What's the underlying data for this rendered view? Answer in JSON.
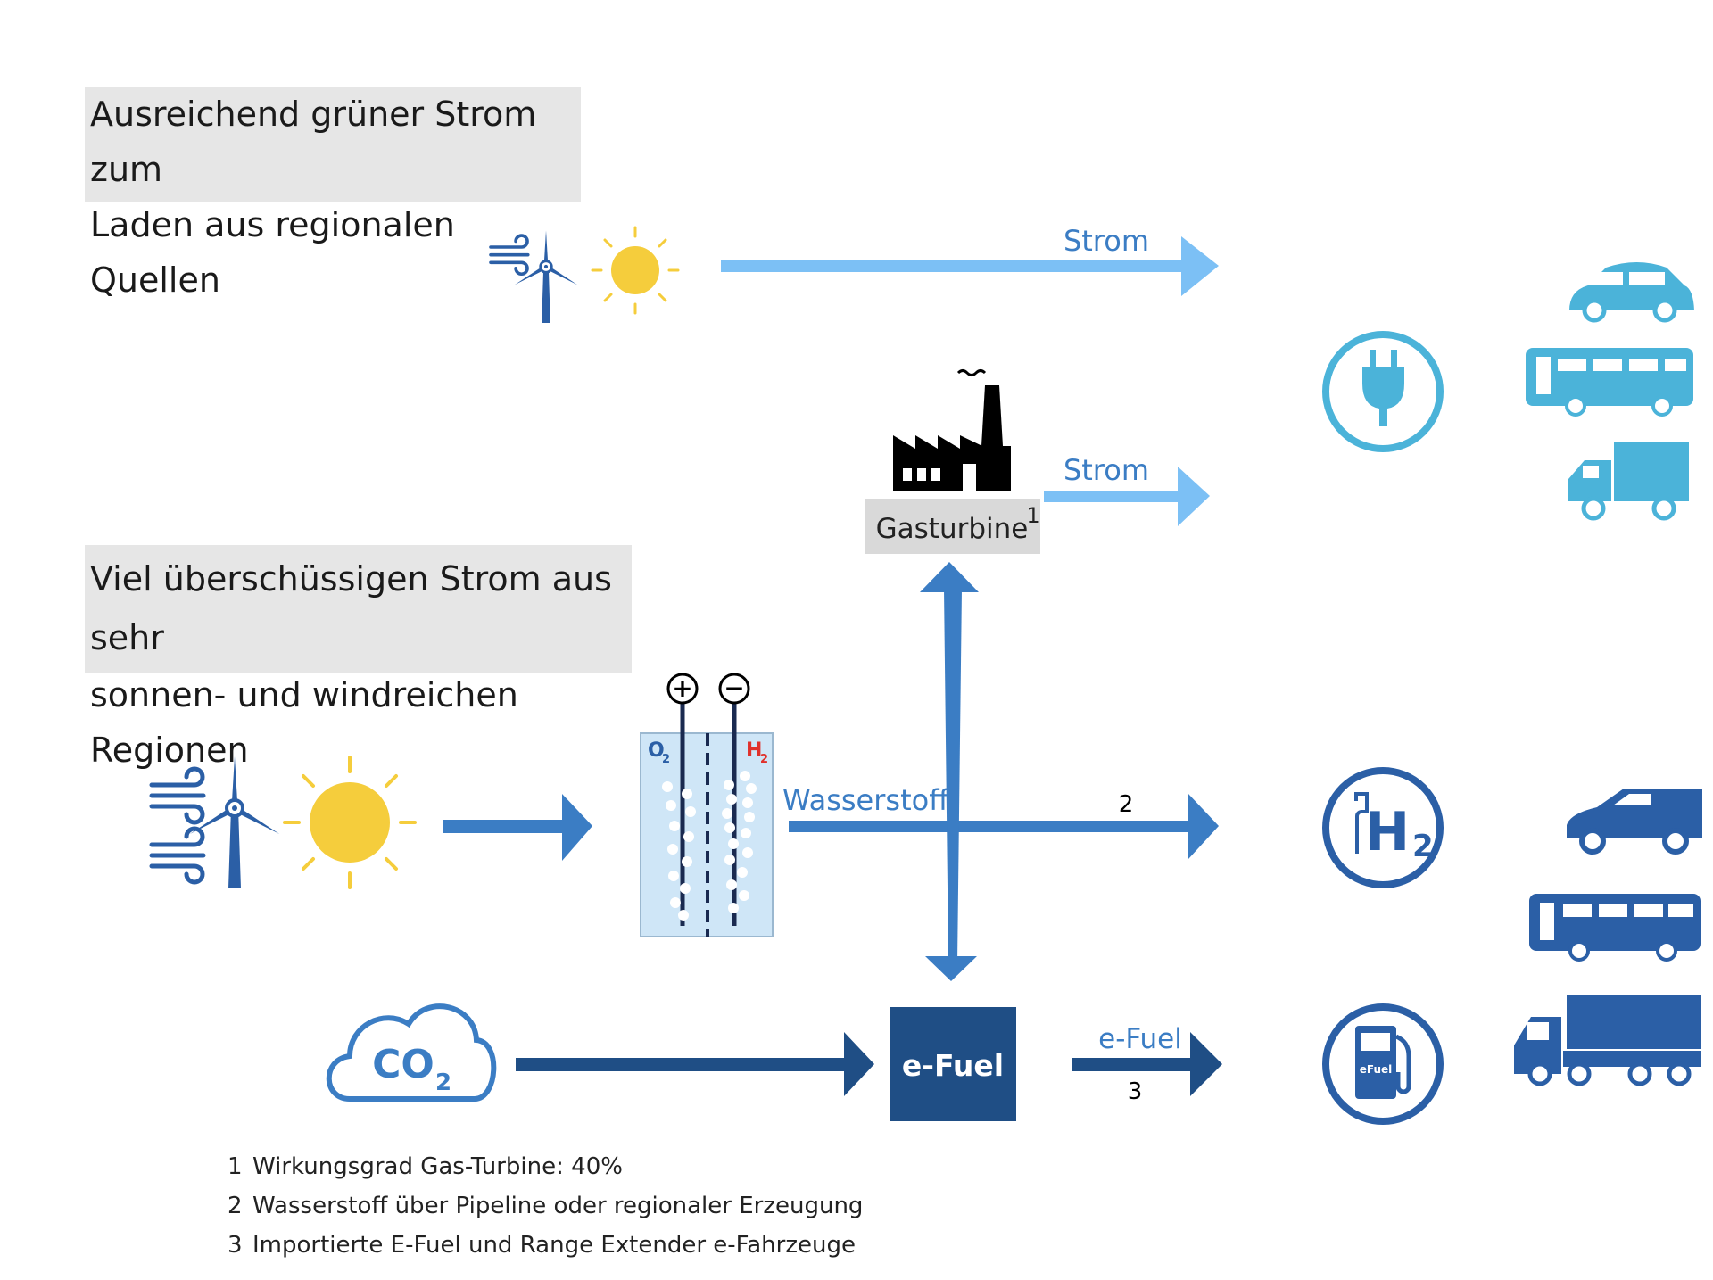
{
  "headings": {
    "top_lines": [
      "Ausreichend grüner Strom zum",
      "Laden aus regionalen Quellen"
    ],
    "middle_lines": [
      "Viel überschüssigen Strom aus sehr",
      "sonnen- und windreichen Regionen"
    ]
  },
  "flow_labels": {
    "strom_top": "Strom",
    "strom_gas": "Strom",
    "gasturbine": "Gasturbine",
    "gasturbine_ref": "1",
    "wasserstoff": "Wasserstoff",
    "h2_ref": "2",
    "efuel_box": "e-Fuel",
    "efuel_arrow": "e-Fuel",
    "efuel_ref": "3"
  },
  "electrolyzer": {
    "plus": "+",
    "minus": "−",
    "o2": "O",
    "o2_sub": "2",
    "h2": "H",
    "h2_sub": "2"
  },
  "co2": {
    "label": "CO",
    "sub": "2"
  },
  "station_labels": {
    "h2": "H",
    "h2_sub": "2",
    "efuel": "eFuel"
  },
  "footnotes": [
    {
      "num": "1",
      "text": "Wirkungsgrad  Gas-Turbine: 40%"
    },
    {
      "num": "2",
      "text": "Wasserstoff über Pipeline oder regionaler Erzeugung"
    },
    {
      "num": "3",
      "text": "Importierte E-Fuel und Range Extender e-Fahrzeuge"
    }
  ],
  "icons": [
    "wind-icon",
    "wind-turbine-icon",
    "sun-icon",
    "factory-icon",
    "electrolyzer-icon",
    "co2-cloud-icon",
    "plug-charging-icon",
    "hydrogen-station-icon",
    "efuel-station-icon",
    "car-icon",
    "bus-icon",
    "truck-icon",
    "van-icon",
    "lorry-trailer-icon"
  ],
  "colors": {
    "light_blue": "#7cc0f5",
    "sky_icon": "#4bb3d9",
    "mid_blue": "#3b7dc4",
    "dark_blue": "#1f4e85",
    "sun": "#f5cd3c",
    "turbine_blue": "#2b5fa6",
    "red": "#e0312b",
    "grey_box": "#e6e6e6"
  }
}
